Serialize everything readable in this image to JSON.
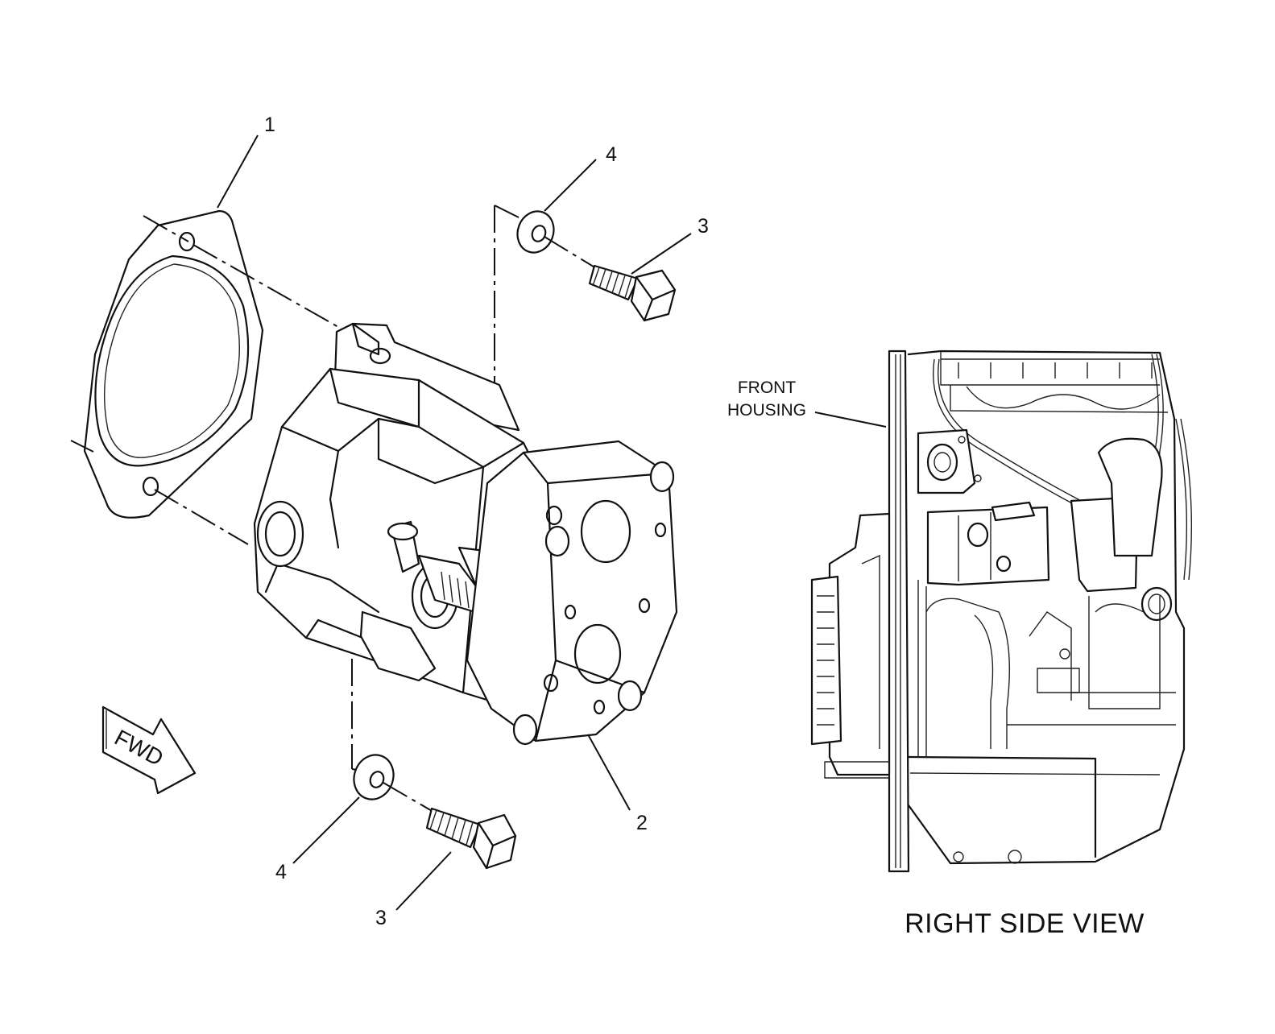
{
  "callouts": {
    "gasket": "1",
    "pump": "2",
    "bolt_top": "3",
    "washer_top": "4",
    "washer_bottom": "4",
    "bolt_bottom": "3"
  },
  "direction_arrow": {
    "text": "FWD"
  },
  "front_housing_label": {
    "line1": "FRONT",
    "line2": "HOUSING"
  },
  "view_caption": "RIGHT SIDE VIEW"
}
